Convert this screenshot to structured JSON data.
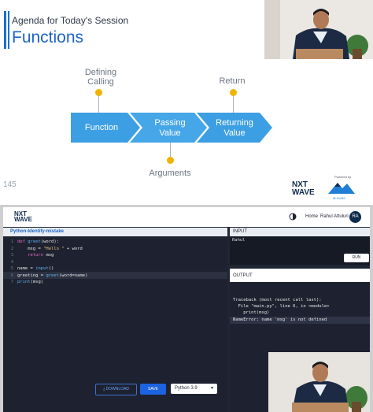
{
  "slide": {
    "agenda": "Agenda for Today's Session",
    "title": "Functions",
    "slide_number": "145",
    "flow_steps": [
      "Function",
      "Passing Value",
      "Returning Value"
    ],
    "callouts": {
      "top_left": "Defining Calling",
      "top_right": "Return",
      "bottom": "Arguments"
    },
    "brand": "NXT WAVE",
    "powered_by": "Powered by",
    "ib_hubs": "iB HUBS",
    "accent_color": "#1b63c9",
    "flow_color": "#3d9fe3",
    "dot_color": "#f0b400"
  },
  "ide": {
    "logo": "NXT WAVE",
    "nav_home": "Home",
    "user_name": "Rahul Attuluri",
    "avatar_initials": "RA",
    "file_title": "Python-Identify-mistake",
    "code_lines": [
      {
        "num": "1",
        "parts": [
          [
            "kw",
            "def "
          ],
          [
            "fn",
            "greet"
          ],
          [
            "",
            "(word):"
          ]
        ]
      },
      {
        "num": "2",
        "parts": [
          [
            "",
            "    msg = "
          ],
          [
            "str",
            "\"Hello \""
          ],
          [
            "",
            " + word"
          ]
        ]
      },
      {
        "num": "3",
        "parts": [
          [
            "kw",
            "    return "
          ],
          [
            "",
            "msg"
          ]
        ]
      },
      {
        "num": "4",
        "parts": [
          [
            "",
            ""
          ]
        ]
      },
      {
        "num": "5",
        "parts": [
          [
            "",
            "name = "
          ],
          [
            "fn",
            "input"
          ],
          [
            "",
            "()"
          ]
        ]
      },
      {
        "num": "6",
        "parts": [
          [
            "",
            "greeting = "
          ],
          [
            "fn",
            "greet"
          ],
          [
            "",
            "(word=name)"
          ]
        ]
      },
      {
        "num": "7",
        "parts": [
          [
            "fn",
            "print"
          ],
          [
            "",
            "(msg)"
          ]
        ]
      }
    ],
    "download_label": "DOWNLOAD",
    "save_label": "SAVE",
    "language": "Python 3.9",
    "input_label": "INPUT",
    "input_value": "Rahul",
    "run_label": "RUN",
    "output_label": "OUTPUT",
    "output_lines": [
      "Traceback (most recent call last):",
      "  File \"main.py\", line 6, in <module>",
      "    print(msg)",
      "NameError: name 'msg' is not defined"
    ]
  }
}
